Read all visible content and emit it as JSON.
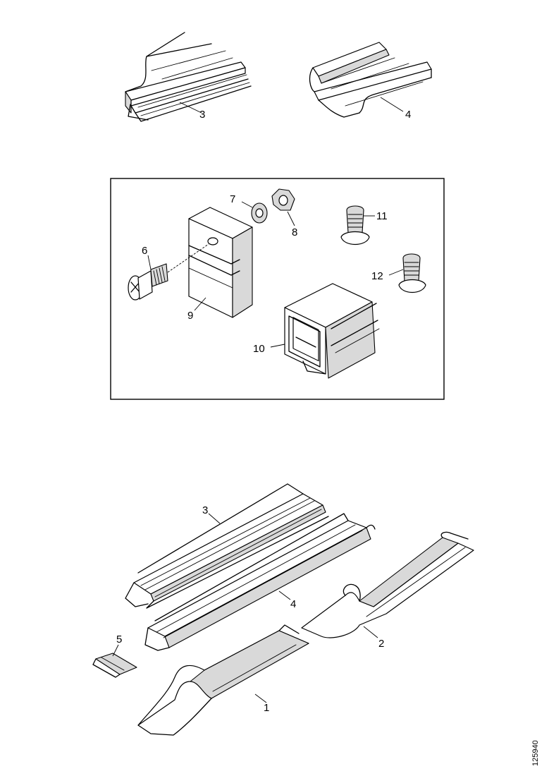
{
  "labels": {
    "top_left": "3",
    "top_right": "4",
    "box_6": "6",
    "box_7": "7",
    "box_8": "8",
    "box_9": "9",
    "box_10": "10",
    "box_11": "11",
    "box_12": "12",
    "bottom_3": "3",
    "bottom_4": "4",
    "bottom_5": "5",
    "bottom_2": "2",
    "bottom_1": "1"
  },
  "document_id": "125940"
}
